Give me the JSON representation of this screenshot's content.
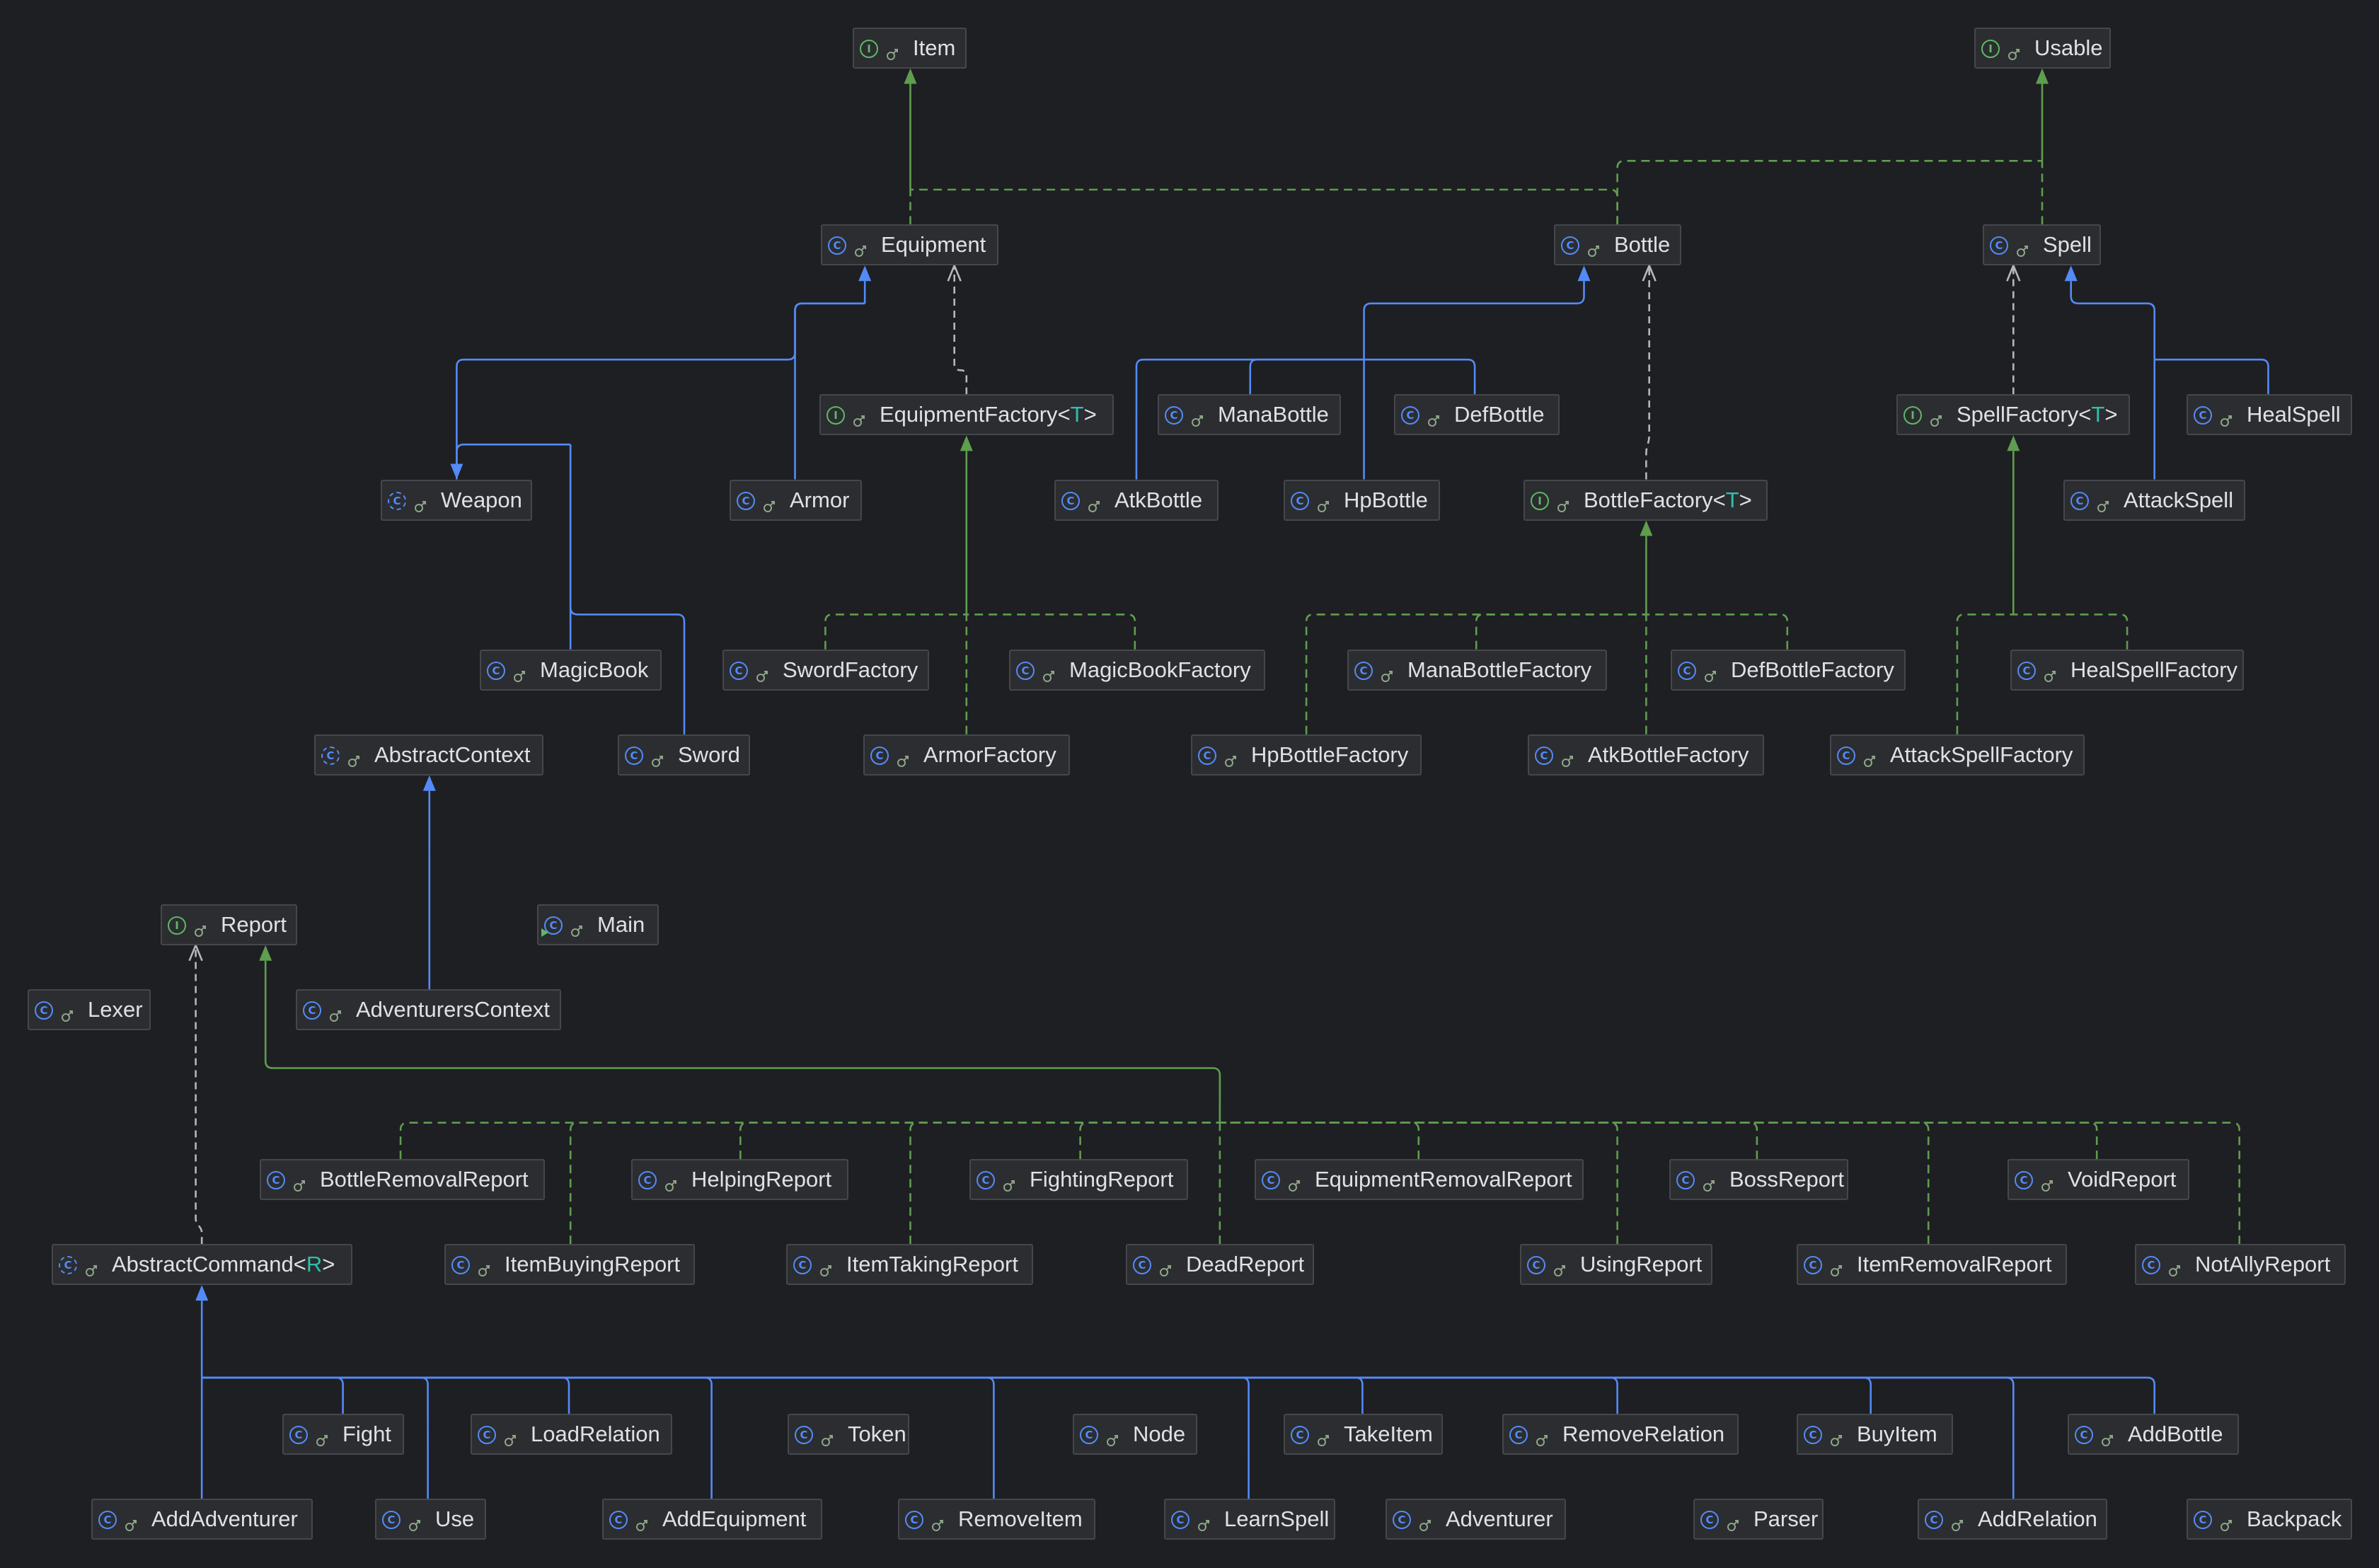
{
  "colors": {
    "background": "#1e1f22",
    "node_fill": "#2b2d30",
    "node_border": "#45474d",
    "text": "#dfe1e5",
    "type_param": "#2fbfac",
    "extends_edge": "#548af7",
    "implements_edge": "#5f9d4f",
    "dependency_edge": "#b4b7bd"
  },
  "icons": {
    "class": {
      "glyph": "C",
      "color": "#548af7",
      "name": "class-icon"
    },
    "interface": {
      "glyph": "I",
      "color": "#5fb865",
      "name": "interface-icon"
    },
    "abstract": {
      "glyph": "C",
      "color": "#548af7",
      "name": "abstract-class-icon"
    },
    "main": {
      "glyph": "C",
      "color": "#548af7",
      "name": "main-class-icon"
    },
    "visibility": {
      "name": "public-visibility-icon",
      "color": "#8fa58a"
    }
  },
  "nodes": [
    {
      "label_parts": [
        "Item"
      ],
      "kind": "interface"
    },
    {
      "label_parts": [
        "Usable"
      ],
      "kind": "interface"
    },
    {
      "label_parts": [
        "Equipment"
      ],
      "kind": "class"
    },
    {
      "label_parts": [
        "Bottle"
      ],
      "kind": "class"
    },
    {
      "label_parts": [
        "Spell"
      ],
      "kind": "class"
    },
    {
      "label_parts": [
        "EquipmentFactory<",
        "T",
        ">"
      ],
      "kind": "interface"
    },
    {
      "label_parts": [
        "ManaBottle"
      ],
      "kind": "class"
    },
    {
      "label_parts": [
        "DefBottle"
      ],
      "kind": "class"
    },
    {
      "label_parts": [
        "SpellFactory<",
        "T",
        ">"
      ],
      "kind": "interface"
    },
    {
      "label_parts": [
        "HealSpell"
      ],
      "kind": "class"
    },
    {
      "label_parts": [
        "Weapon"
      ],
      "kind": "abstract"
    },
    {
      "label_parts": [
        "Armor"
      ],
      "kind": "class"
    },
    {
      "label_parts": [
        "AtkBottle"
      ],
      "kind": "class"
    },
    {
      "label_parts": [
        "HpBottle"
      ],
      "kind": "class"
    },
    {
      "label_parts": [
        "BottleFactory<",
        "T",
        ">"
      ],
      "kind": "interface"
    },
    {
      "label_parts": [
        "AttackSpell"
      ],
      "kind": "class"
    },
    {
      "label_parts": [
        "MagicBook"
      ],
      "kind": "class"
    },
    {
      "label_parts": [
        "SwordFactory"
      ],
      "kind": "class"
    },
    {
      "label_parts": [
        "MagicBookFactory"
      ],
      "kind": "class"
    },
    {
      "label_parts": [
        "ManaBottleFactory"
      ],
      "kind": "class"
    },
    {
      "label_parts": [
        "DefBottleFactory"
      ],
      "kind": "class"
    },
    {
      "label_parts": [
        "HealSpellFactory"
      ],
      "kind": "class"
    },
    {
      "label_parts": [
        "AbstractContext"
      ],
      "kind": "abstract"
    },
    {
      "label_parts": [
        "Sword"
      ],
      "kind": "class"
    },
    {
      "label_parts": [
        "ArmorFactory"
      ],
      "kind": "class"
    },
    {
      "label_parts": [
        "HpBottleFactory"
      ],
      "kind": "class"
    },
    {
      "label_parts": [
        "AtkBottleFactory"
      ],
      "kind": "class"
    },
    {
      "label_parts": [
        "AttackSpellFactory"
      ],
      "kind": "class"
    },
    {
      "label_parts": [
        "Report"
      ],
      "kind": "interface"
    },
    {
      "label_parts": [
        "Main"
      ],
      "kind": "main"
    },
    {
      "label_parts": [
        "Lexer"
      ],
      "kind": "class"
    },
    {
      "label_parts": [
        "AdventurersContext"
      ],
      "kind": "class"
    },
    {
      "label_parts": [
        "BottleRemovalReport"
      ],
      "kind": "class"
    },
    {
      "label_parts": [
        "HelpingReport"
      ],
      "kind": "class"
    },
    {
      "label_parts": [
        "FightingReport"
      ],
      "kind": "class"
    },
    {
      "label_parts": [
        "EquipmentRemovalReport"
      ],
      "kind": "class"
    },
    {
      "label_parts": [
        "BossReport"
      ],
      "kind": "class"
    },
    {
      "label_parts": [
        "VoidReport"
      ],
      "kind": "class"
    },
    {
      "label_parts": [
        "AbstractCommand<",
        "R",
        ">"
      ],
      "kind": "abstract"
    },
    {
      "label_parts": [
        "ItemBuyingReport"
      ],
      "kind": "class"
    },
    {
      "label_parts": [
        "ItemTakingReport"
      ],
      "kind": "class"
    },
    {
      "label_parts": [
        "DeadReport"
      ],
      "kind": "class"
    },
    {
      "label_parts": [
        "UsingReport"
      ],
      "kind": "class"
    },
    {
      "label_parts": [
        "ItemRemovalReport"
      ],
      "kind": "class"
    },
    {
      "label_parts": [
        "NotAllyReport"
      ],
      "kind": "class"
    },
    {
      "label_parts": [
        "Fight"
      ],
      "kind": "class"
    },
    {
      "label_parts": [
        "LoadRelation"
      ],
      "kind": "class"
    },
    {
      "label_parts": [
        "Token"
      ],
      "kind": "class"
    },
    {
      "label_parts": [
        "Node"
      ],
      "kind": "class"
    },
    {
      "label_parts": [
        "TakeItem"
      ],
      "kind": "class"
    },
    {
      "label_parts": [
        "RemoveRelation"
      ],
      "kind": "class"
    },
    {
      "label_parts": [
        "BuyItem"
      ],
      "kind": "class"
    },
    {
      "label_parts": [
        "AddBottle"
      ],
      "kind": "class"
    },
    {
      "label_parts": [
        "AddAdventurer"
      ],
      "kind": "class"
    },
    {
      "label_parts": [
        "Use"
      ],
      "kind": "class"
    },
    {
      "label_parts": [
        "AddEquipment"
      ],
      "kind": "class"
    },
    {
      "label_parts": [
        "RemoveItem"
      ],
      "kind": "class"
    },
    {
      "label_parts": [
        "LearnSpell"
      ],
      "kind": "class"
    },
    {
      "label_parts": [
        "Adventurer"
      ],
      "kind": "class"
    },
    {
      "label_parts": [
        "Parser"
      ],
      "kind": "class"
    },
    {
      "label_parts": [
        "AddRelation"
      ],
      "kind": "class"
    },
    {
      "label_parts": [
        "Backpack"
      ],
      "kind": "class"
    }
  ],
  "relations": [
    {
      "from": "Equipment",
      "to": "Item",
      "type": "implements"
    },
    {
      "from": "Bottle",
      "to": "Item",
      "type": "implements"
    },
    {
      "from": "Bottle",
      "to": "Usable",
      "type": "implements"
    },
    {
      "from": "Spell",
      "to": "Usable",
      "type": "implements"
    },
    {
      "from": "Weapon",
      "to": "Equipment",
      "type": "extends"
    },
    {
      "from": "Armor",
      "to": "Equipment",
      "type": "extends"
    },
    {
      "from": "MagicBook",
      "to": "Weapon",
      "type": "extends"
    },
    {
      "from": "Sword",
      "to": "Weapon",
      "type": "extends"
    },
    {
      "from": "EquipmentFactory<T>",
      "to": "Equipment",
      "type": "dependency"
    },
    {
      "from": "SwordFactory",
      "to": "EquipmentFactory<T>",
      "type": "implements"
    },
    {
      "from": "MagicBookFactory",
      "to": "EquipmentFactory<T>",
      "type": "implements"
    },
    {
      "from": "ArmorFactory",
      "to": "EquipmentFactory<T>",
      "type": "implements"
    },
    {
      "from": "AtkBottle",
      "to": "Bottle",
      "type": "extends"
    },
    {
      "from": "ManaBottle",
      "to": "Bottle",
      "type": "extends"
    },
    {
      "from": "DefBottle",
      "to": "Bottle",
      "type": "extends"
    },
    {
      "from": "HpBottle",
      "to": "Bottle",
      "type": "extends"
    },
    {
      "from": "BottleFactory<T>",
      "to": "Bottle",
      "type": "dependency"
    },
    {
      "from": "HpBottleFactory",
      "to": "BottleFactory<T>",
      "type": "implements"
    },
    {
      "from": "ManaBottleFactory",
      "to": "BottleFactory<T>",
      "type": "implements"
    },
    {
      "from": "DefBottleFactory",
      "to": "BottleFactory<T>",
      "type": "implements"
    },
    {
      "from": "AtkBottleFactory",
      "to": "BottleFactory<T>",
      "type": "implements"
    },
    {
      "from": "SpellFactory<T>",
      "to": "Spell",
      "type": "dependency"
    },
    {
      "from": "HealSpell",
      "to": "Spell",
      "type": "extends"
    },
    {
      "from": "AttackSpell",
      "to": "Spell",
      "type": "extends"
    },
    {
      "from": "AttackSpellFactory",
      "to": "SpellFactory<T>",
      "type": "implements"
    },
    {
      "from": "HealSpellFactory",
      "to": "SpellFactory<T>",
      "type": "implements"
    },
    {
      "from": "AdventurersContext",
      "to": "AbstractContext",
      "type": "extends"
    },
    {
      "from": "AbstractCommand<R>",
      "to": "Report",
      "type": "dependency"
    },
    {
      "from": "BottleRemovalReport",
      "to": "Report",
      "type": "implements"
    },
    {
      "from": "ItemBuyingReport",
      "to": "Report",
      "type": "implements"
    },
    {
      "from": "HelpingReport",
      "to": "Report",
      "type": "implements"
    },
    {
      "from": "ItemTakingReport",
      "to": "Report",
      "type": "implements"
    },
    {
      "from": "FightingReport",
      "to": "Report",
      "type": "implements"
    },
    {
      "from": "DeadReport",
      "to": "Report",
      "type": "implements"
    },
    {
      "from": "EquipmentRemovalReport",
      "to": "Report",
      "type": "implements"
    },
    {
      "from": "UsingReport",
      "to": "Report",
      "type": "implements"
    },
    {
      "from": "BossReport",
      "to": "Report",
      "type": "implements"
    },
    {
      "from": "ItemRemovalReport",
      "to": "Report",
      "type": "implements"
    },
    {
      "from": "VoidReport",
      "to": "Report",
      "type": "implements"
    },
    {
      "from": "NotAllyReport",
      "to": "Report",
      "type": "implements"
    },
    {
      "from": "AddAdventurer",
      "to": "AbstractCommand<R>",
      "type": "extends"
    },
    {
      "from": "Fight",
      "to": "AbstractCommand<R>",
      "type": "extends"
    },
    {
      "from": "Use",
      "to": "AbstractCommand<R>",
      "type": "extends"
    },
    {
      "from": "LoadRelation",
      "to": "AbstractCommand<R>",
      "type": "extends"
    },
    {
      "from": "AddEquipment",
      "to": "AbstractCommand<R>",
      "type": "extends"
    },
    {
      "from": "RemoveItem",
      "to": "AbstractCommand<R>",
      "type": "extends"
    },
    {
      "from": "LearnSpell",
      "to": "AbstractCommand<R>",
      "type": "extends"
    },
    {
      "from": "TakeItem",
      "to": "AbstractCommand<R>",
      "type": "extends"
    },
    {
      "from": "RemoveRelation",
      "to": "AbstractCommand<R>",
      "type": "extends"
    },
    {
      "from": "BuyItem",
      "to": "AbstractCommand<R>",
      "type": "extends"
    },
    {
      "from": "AddRelation",
      "to": "AbstractCommand<R>",
      "type": "extends"
    },
    {
      "from": "AddBottle",
      "to": "AbstractCommand<R>",
      "type": "extends"
    }
  ]
}
